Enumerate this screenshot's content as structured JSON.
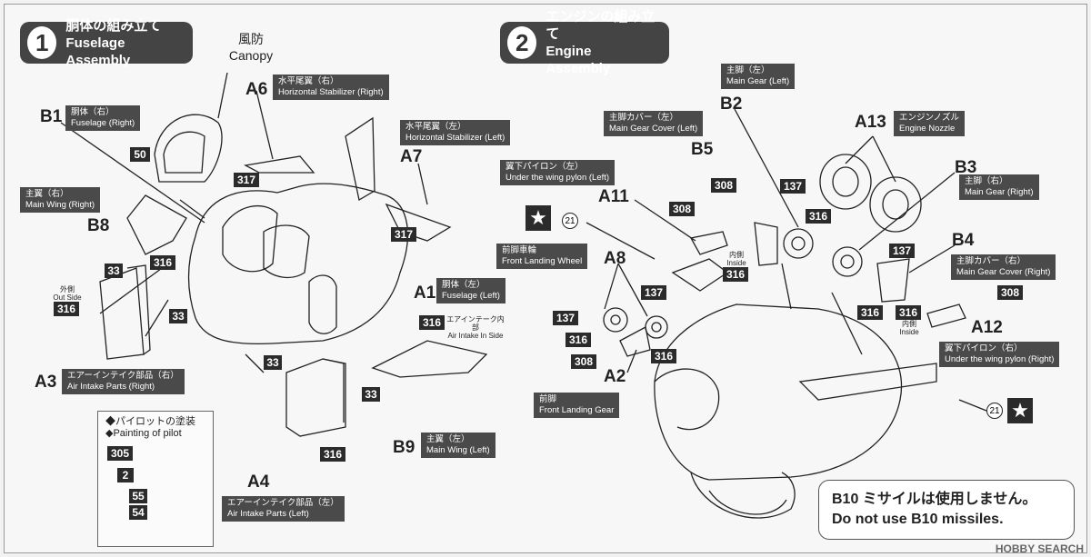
{
  "steps": [
    {
      "num": "1",
      "jp": "胴体の組み立て",
      "en": "Fuselage Assembly"
    },
    {
      "num": "2",
      "jp": "エンジンの組み立て",
      "en": "Engine Assembly"
    }
  ],
  "canopy": {
    "jp": "風防",
    "en": "Canopy"
  },
  "labels": {
    "hstab_r": {
      "jp": "水平尾翼（右）",
      "en": "Horizontal Stabilizer (Right)"
    },
    "hstab_l": {
      "jp": "水平尾翼（左）",
      "en": "Horizontal Stabilizer (Left)"
    },
    "fuse_r": {
      "jp": "胴体（右）",
      "en": "Fuselage (Right)"
    },
    "fuse_l": {
      "jp": "胴体（左）",
      "en": "Fuselage (Left)"
    },
    "wing_r": {
      "jp": "主翼（右）",
      "en": "Main Wing (Right)"
    },
    "wing_l": {
      "jp": "主翼（左）",
      "en": "Main Wing (Left)"
    },
    "intake_r": {
      "jp": "エアーインテイク部品（右）",
      "en": "Air Intake Parts (Right)"
    },
    "intake_l": {
      "jp": "エアーインテイク部品（左）",
      "en": "Air Intake Parts (Left)"
    },
    "maingear_l": {
      "jp": "主脚（左）",
      "en": "Main Gear (Left)"
    },
    "maingear_r": {
      "jp": "主脚（右）",
      "en": "Main Gear (Right)"
    },
    "gearcover_l": {
      "jp": "主脚カバー（左）",
      "en": "Main Gear Cover (Left)"
    },
    "gearcover_r": {
      "jp": "主脚カバー（右）",
      "en": "Main Gear Cover (Right)"
    },
    "nozzle": {
      "jp": "エンジンノズル",
      "en": "Engine Nozzle"
    },
    "pylon_l": {
      "jp": "翼下パイロン（左）",
      "en": "Under the wing pylon (Left)"
    },
    "pylon_r": {
      "jp": "翼下パイロン（右）",
      "en": "Under the wing pylon (Right)"
    },
    "front_wheel": {
      "jp": "前脚車輪",
      "en": "Front Landing Wheel"
    },
    "front_gear": {
      "jp": "前脚",
      "en": "Front Landing Gear"
    }
  },
  "parts": {
    "A6": "A6",
    "B1": "B1",
    "A7": "A7",
    "B8": "B8",
    "A1": "A1",
    "A3": "A3",
    "A4": "A4",
    "B9": "B9",
    "B2": "B2",
    "A13": "A13",
    "B5": "B5",
    "B3": "B3",
    "A11": "A11",
    "B4": "B4",
    "A8": "A8",
    "A12": "A12",
    "A2": "A2"
  },
  "codes": {
    "c50": "50",
    "c317": "317",
    "c33": "33",
    "c316": "316",
    "c305": "305",
    "c2": "2",
    "c55": "55",
    "c54": "54",
    "c308": "308",
    "c137": "137",
    "c21": "21"
  },
  "small_text": {
    "outside_jp": "外側",
    "outside_en": "Out Side",
    "intake_in_jp": "エアインテーク内部",
    "intake_in_en": "Air Intake In Side",
    "inside_jp": "内側",
    "inside_en": "Inside"
  },
  "pilot": {
    "jp": "◆パイロットの塗装",
    "en": "◆Painting of pilot"
  },
  "star": "★",
  "note": {
    "jp": "B10 ミサイルは使用しません。",
    "en": "Do not use B10 missiles."
  },
  "watermark": "HOBBY SEARCH"
}
